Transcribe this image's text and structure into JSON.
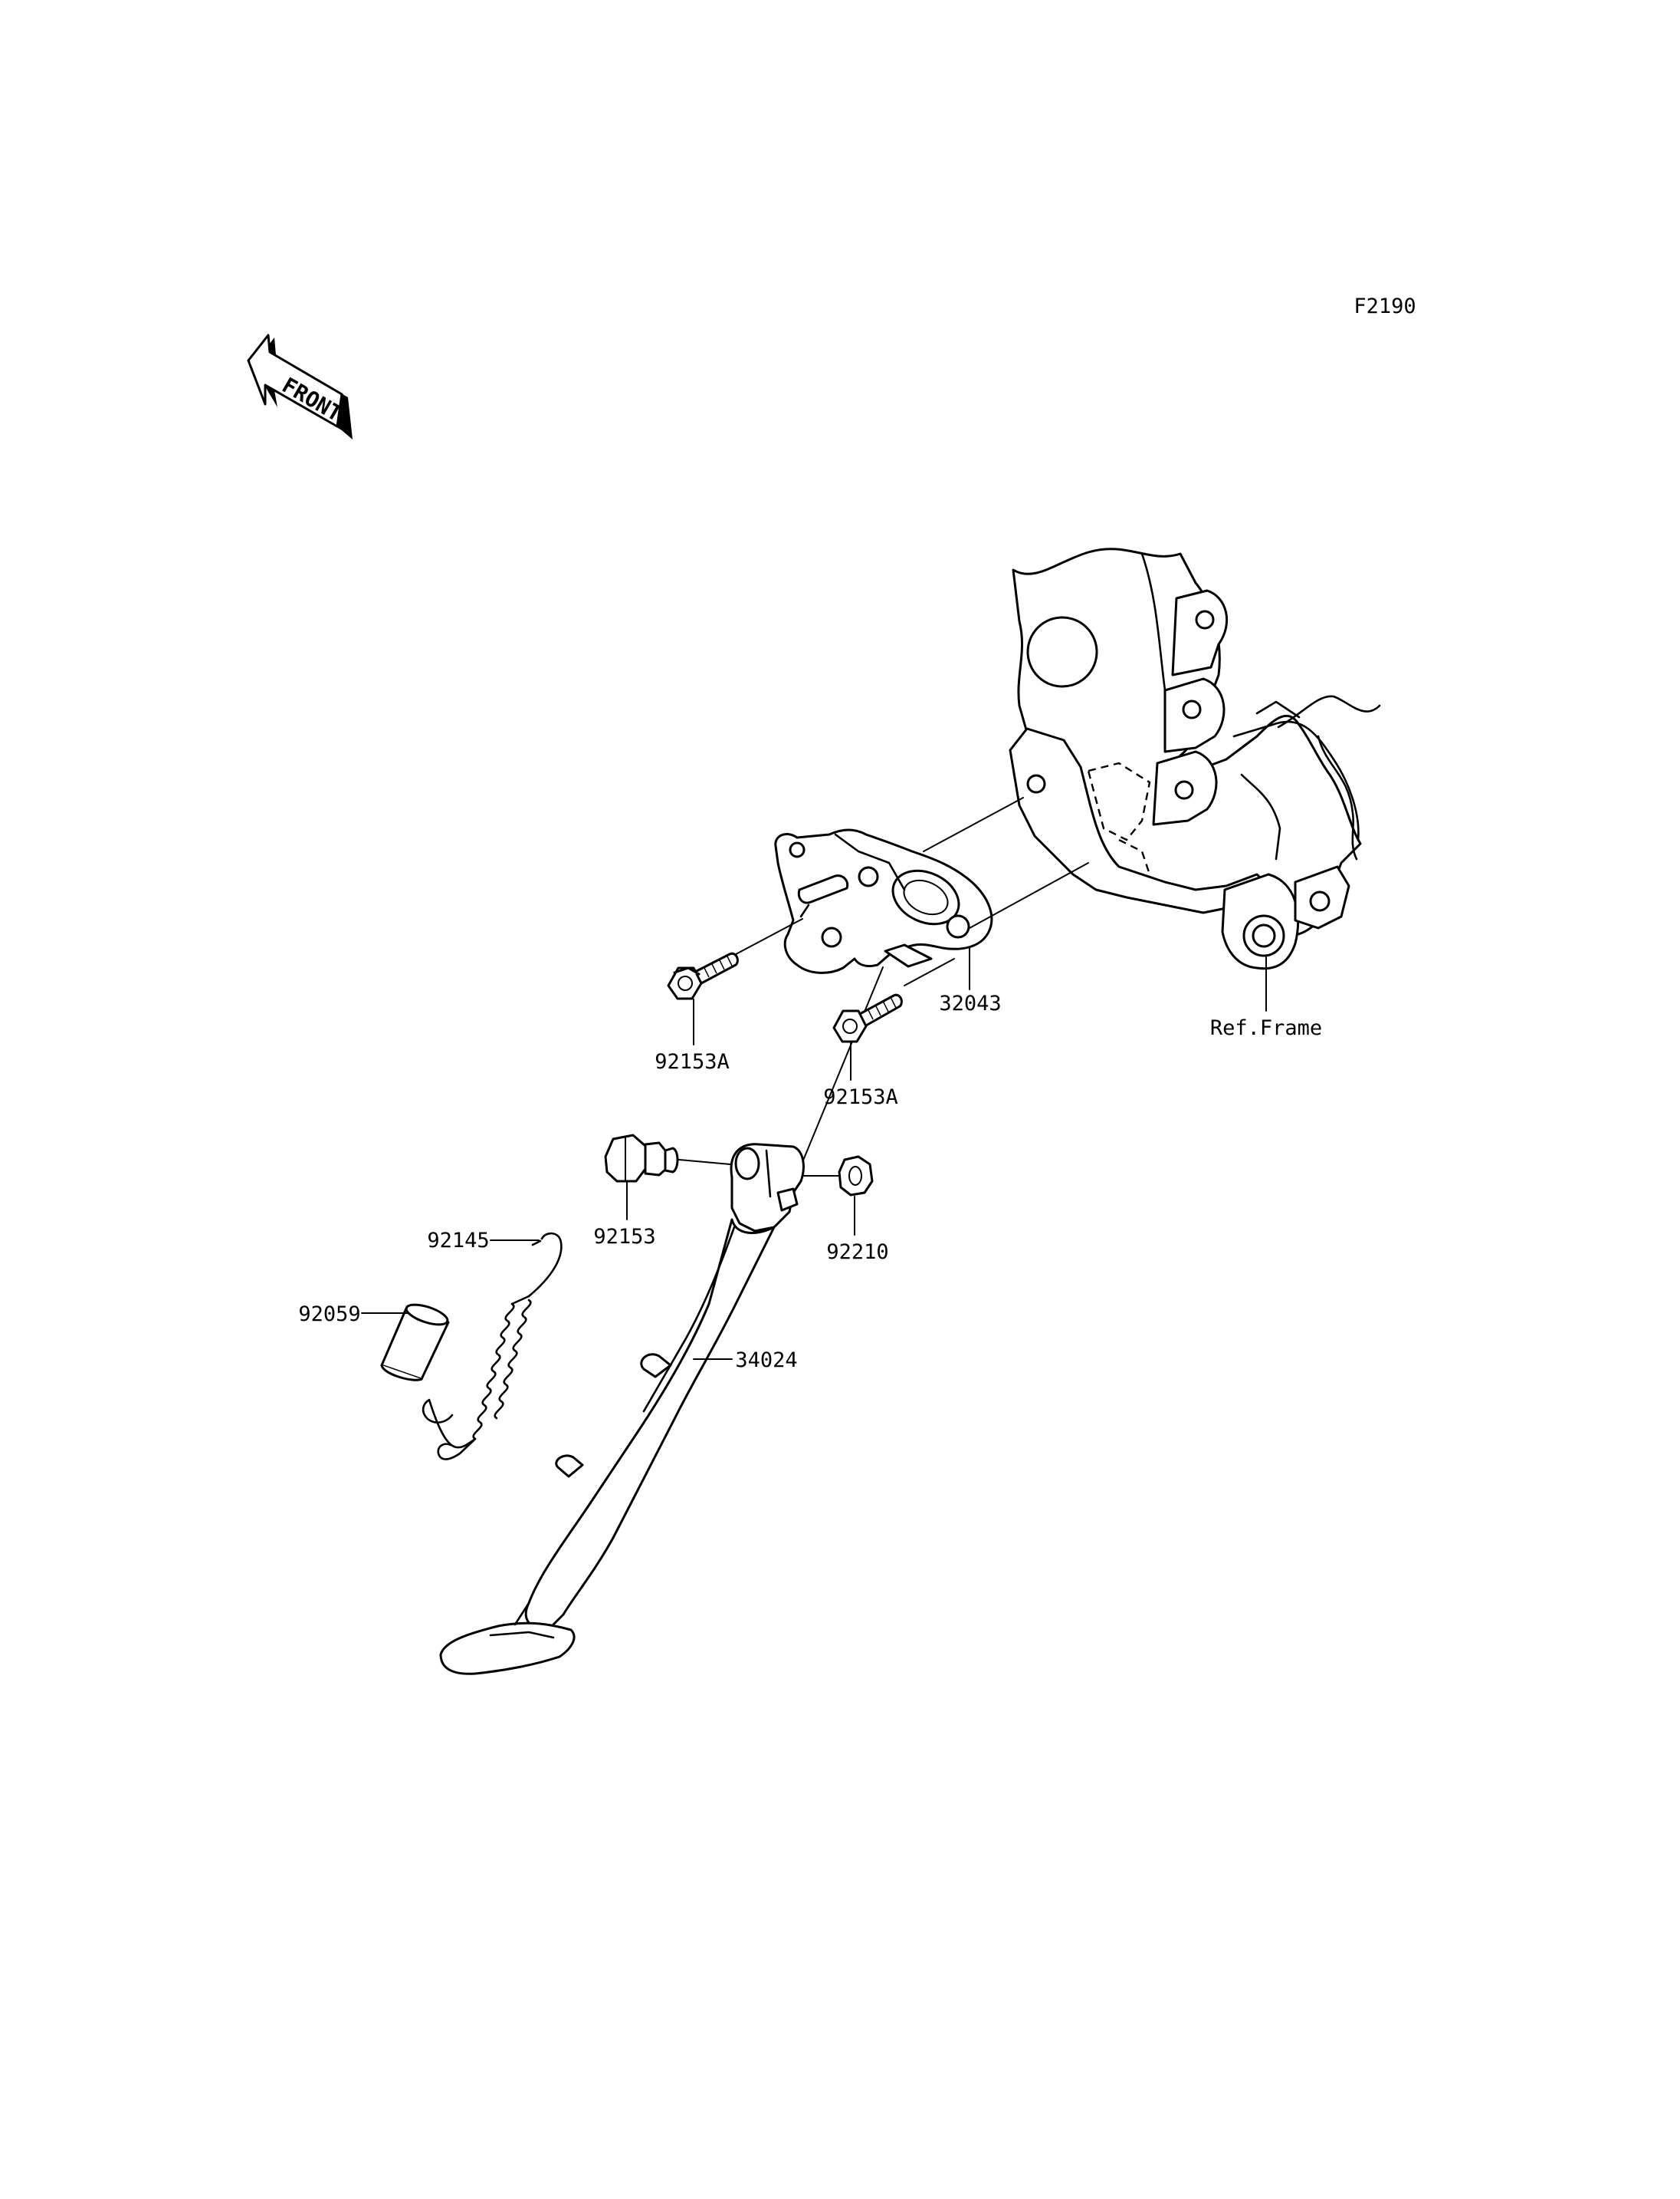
{
  "diagram": {
    "figure_code": "F2190",
    "front_arrow_text": "FRONT",
    "parts": [
      {
        "number": "92153A",
        "key": "bolt_left"
      },
      {
        "number": "32043",
        "key": "bracket"
      },
      {
        "number": "92153A",
        "key": "bolt_right"
      },
      {
        "number": "Ref.Frame",
        "key": "frame"
      },
      {
        "number": "92153",
        "key": "pivot_bolt"
      },
      {
        "number": "92210",
        "key": "nut"
      },
      {
        "number": "92145",
        "key": "spring"
      },
      {
        "number": "92059",
        "key": "sleeve"
      },
      {
        "number": "34024",
        "key": "side_stand"
      }
    ]
  }
}
